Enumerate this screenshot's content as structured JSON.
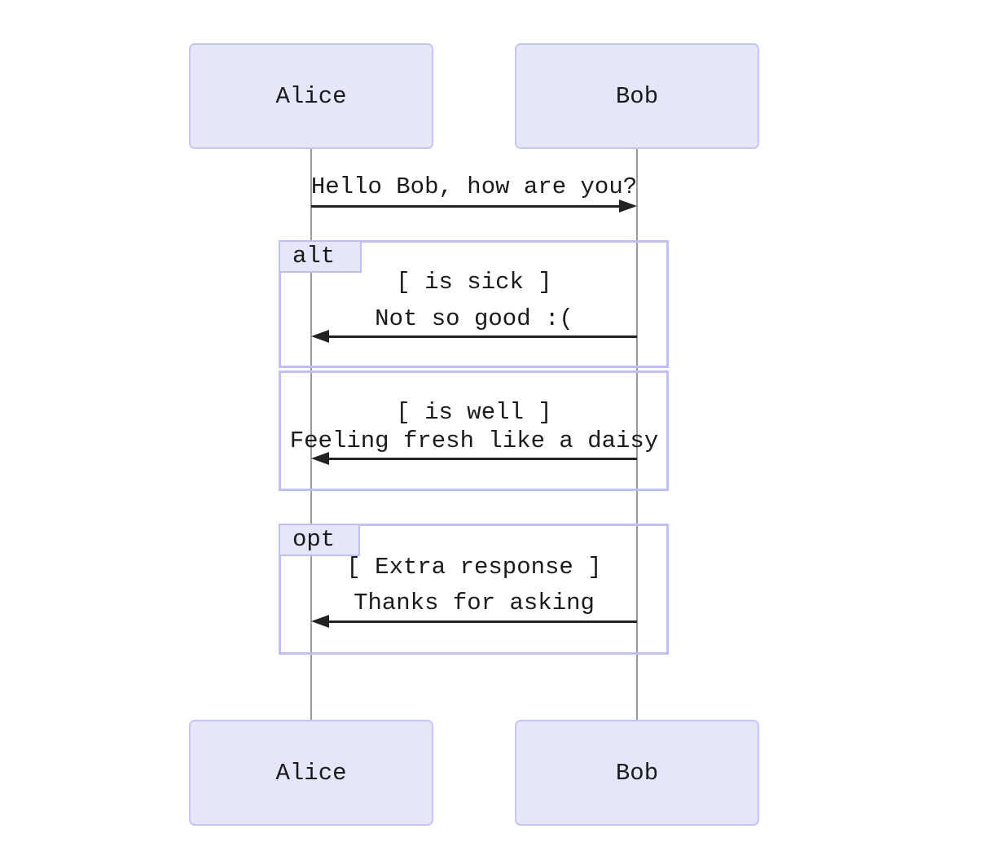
{
  "diagram": {
    "type": "sequence",
    "actors": [
      {
        "id": "alice",
        "name": "Alice"
      },
      {
        "id": "bob",
        "name": "Bob"
      }
    ],
    "messages": [
      {
        "from": "Alice",
        "to": "Bob",
        "direction": "right",
        "text": "Hello Bob, how are you?"
      },
      {
        "from": "Bob",
        "to": "Alice",
        "direction": "left",
        "text": "Not so good :("
      },
      {
        "from": "Bob",
        "to": "Alice",
        "direction": "left",
        "text": "Feeling fresh like a daisy"
      },
      {
        "from": "Bob",
        "to": "Alice",
        "direction": "left",
        "text": "Thanks for asking"
      }
    ],
    "frames": [
      {
        "operator": "alt",
        "sections": [
          {
            "guard": "[ is sick ]"
          },
          {
            "guard": "[ is well ]"
          }
        ]
      },
      {
        "operator": "opt",
        "sections": [
          {
            "guard": "[ Extra response ]"
          }
        ]
      }
    ]
  },
  "colors": {
    "background": "#ffffff",
    "actor_fill": "#e6e6fa",
    "actor_border": "#c6c6f2",
    "frame_border": "#bfbff5",
    "lifeline": "#9b9b9b",
    "arrow": "#222222"
  }
}
